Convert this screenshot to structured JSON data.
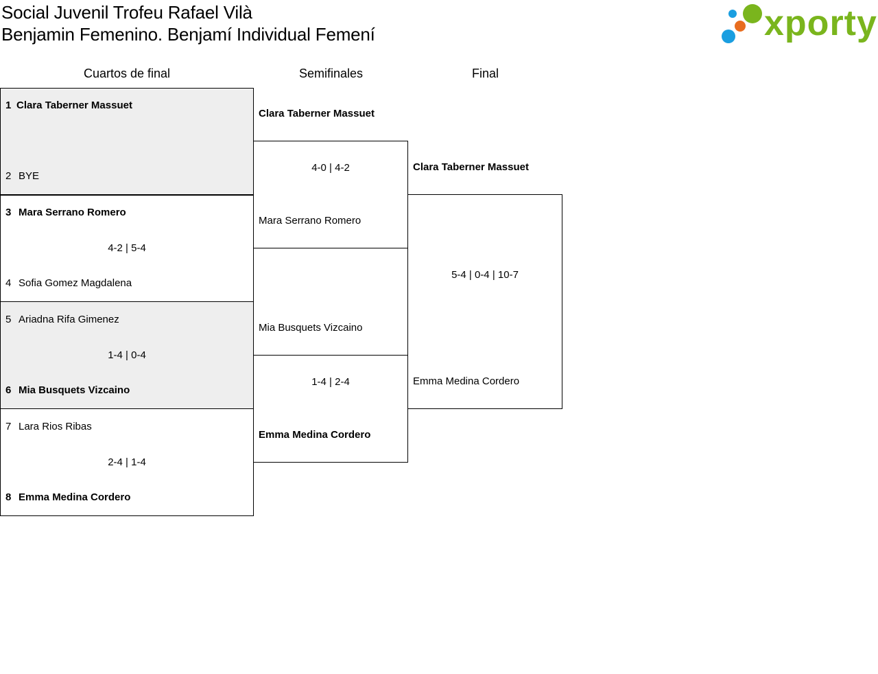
{
  "header": {
    "title_line1": "Social Juvenil Trofeu Rafael Vilà",
    "title_line2": "Benjamin Femenino. Benjamí Individual Femení",
    "logo_text": "xporty",
    "colors": {
      "logo_green": "#7ab51d",
      "logo_blue": "#1a9ee0",
      "logo_orange": "#e86d1f"
    }
  },
  "rounds": {
    "quarterfinals": "Cuartos de final",
    "semifinals": "Semifinales",
    "final": "Final"
  },
  "quarterfinals": [
    {
      "shaded": true,
      "top": {
        "seed": "1",
        "name": "Clara Taberner Massuet",
        "winner": true
      },
      "bottom": {
        "seed": "2",
        "name": "BYE",
        "winner": false
      },
      "score": ""
    },
    {
      "shaded": false,
      "top": {
        "seed": "3",
        "name": "Mara Serrano Romero",
        "winner": true
      },
      "bottom": {
        "seed": "4",
        "name": "Sofia Gomez Magdalena",
        "winner": false
      },
      "score": "4-2 | 5-4"
    },
    {
      "shaded": true,
      "top": {
        "seed": "5",
        "name": "Ariadna Rifa Gimenez",
        "winner": false
      },
      "bottom": {
        "seed": "6",
        "name": "Mia Busquets Vizcaino",
        "winner": true
      },
      "score": "1-4 | 0-4"
    },
    {
      "shaded": false,
      "top": {
        "seed": "7",
        "name": "Lara Rios Ribas",
        "winner": false
      },
      "bottom": {
        "seed": "8",
        "name": "Emma Medina Cordero",
        "winner": true
      },
      "score": "2-4 | 1-4"
    }
  ],
  "semifinals": [
    {
      "top": {
        "name": "Clara Taberner Massuet",
        "winner": true
      },
      "bottom": {
        "name": "Mara Serrano Romero",
        "winner": false
      },
      "score": "4-0 | 4-2"
    },
    {
      "top": {
        "name": "Mia Busquets Vizcaino",
        "winner": false
      },
      "bottom": {
        "name": "Emma Medina Cordero",
        "winner": true
      },
      "score": "1-4 | 2-4"
    }
  ],
  "final": {
    "top": {
      "name": "Clara Taberner Massuet",
      "winner": true
    },
    "bottom": {
      "name": "Emma Medina Cordero",
      "winner": false
    },
    "score": "5-4 | 0-4 | 10-7"
  }
}
